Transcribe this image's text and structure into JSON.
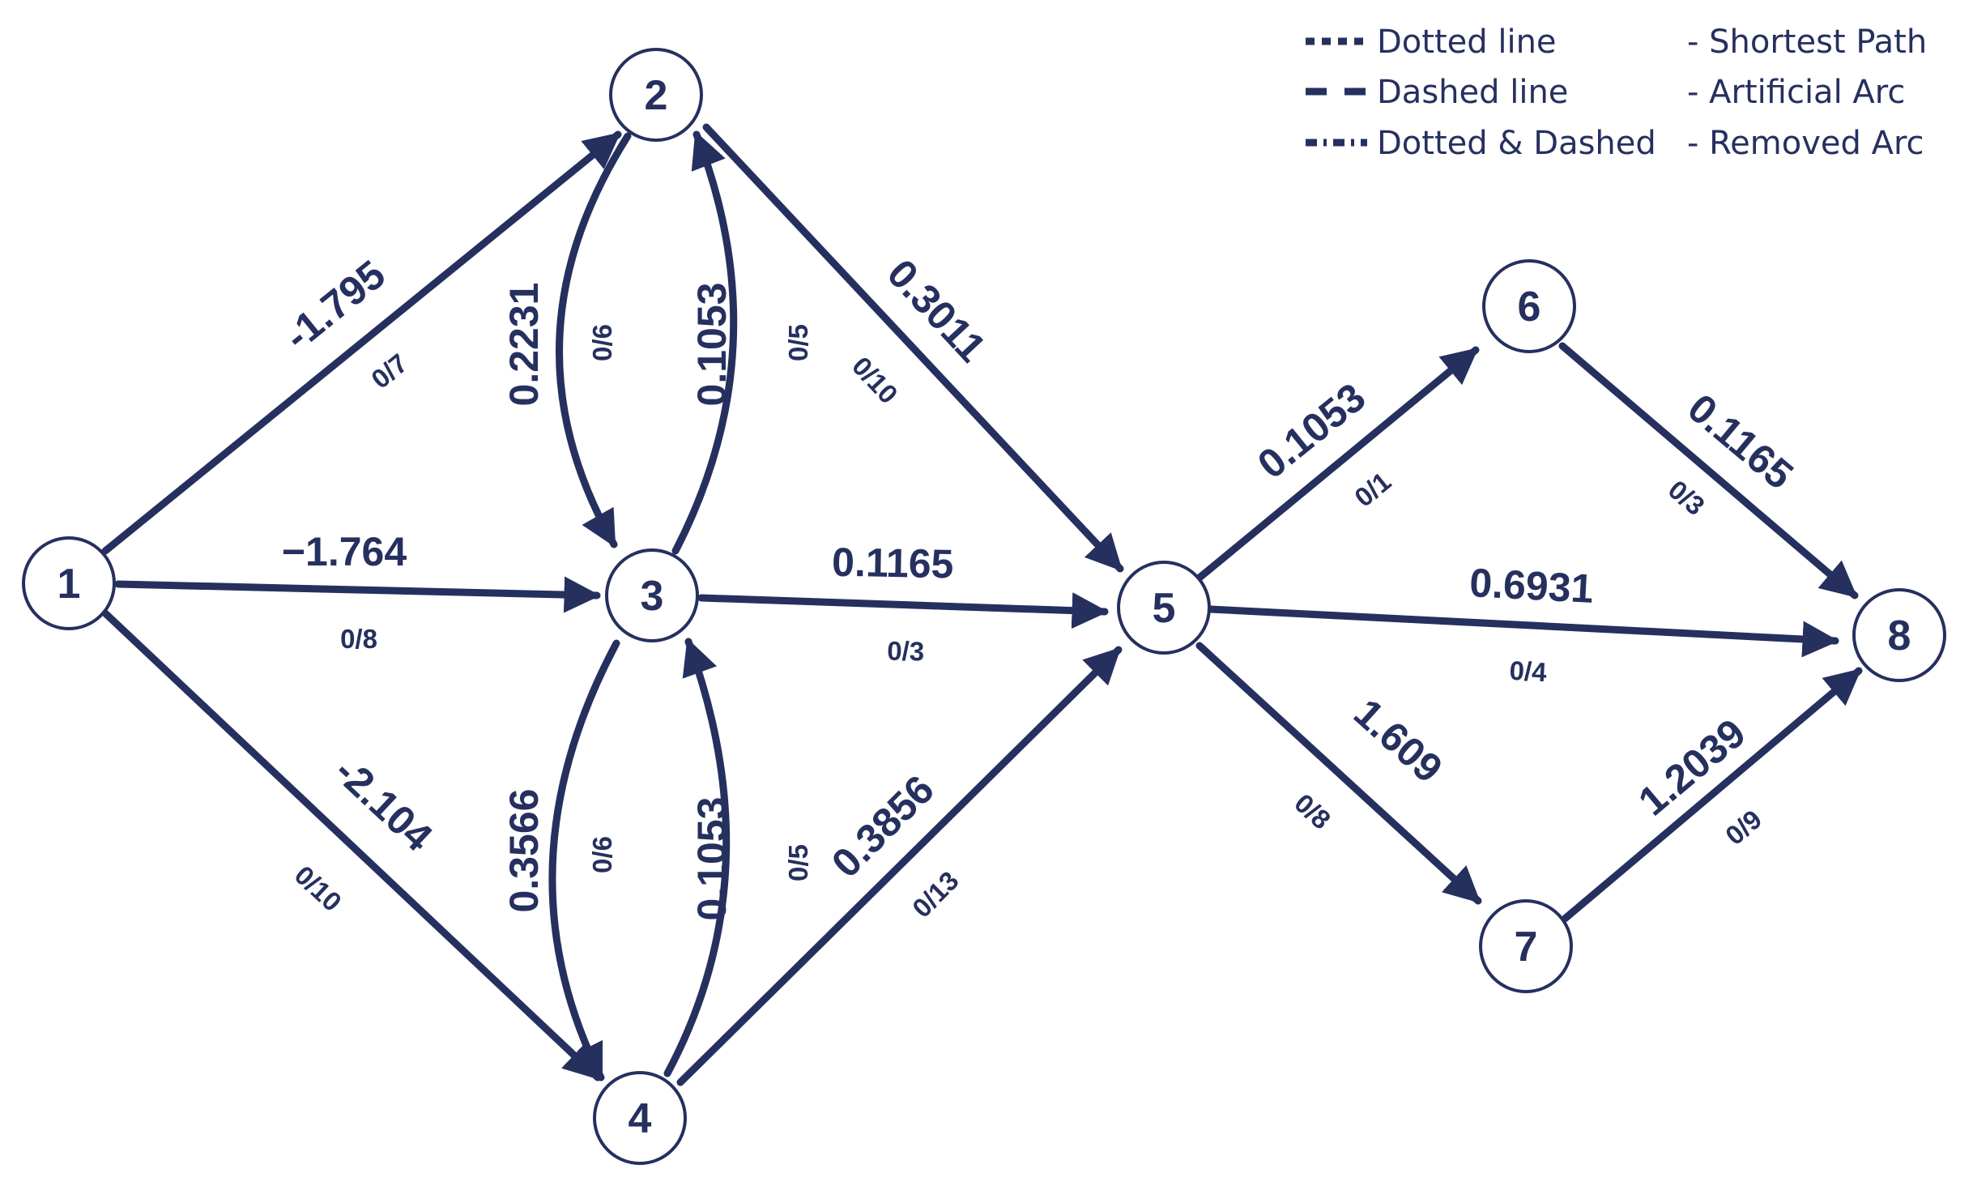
{
  "nodes": [
    {
      "id": "1",
      "label": "1"
    },
    {
      "id": "2",
      "label": "2"
    },
    {
      "id": "3",
      "label": "3"
    },
    {
      "id": "4",
      "label": "4"
    },
    {
      "id": "5",
      "label": "5"
    },
    {
      "id": "6",
      "label": "6"
    },
    {
      "id": "7",
      "label": "7"
    },
    {
      "id": "8",
      "label": "8"
    }
  ],
  "edges": [
    {
      "from": "1",
      "to": "2",
      "weight": "-1.795",
      "flow": "0/7"
    },
    {
      "from": "1",
      "to": "3",
      "weight": "−1.764",
      "flow": "0/8"
    },
    {
      "from": "1",
      "to": "4",
      "weight": "-2.104",
      "flow": "0/10"
    },
    {
      "from": "2",
      "to": "3",
      "weight": "0.2231",
      "flow": "0/6"
    },
    {
      "from": "3",
      "to": "2",
      "weight": "0.1053",
      "flow": "0/5"
    },
    {
      "from": "2",
      "to": "5",
      "weight": "0.3011",
      "flow": "0/10"
    },
    {
      "from": "3",
      "to": "5",
      "weight": "0.1165",
      "flow": "0/3"
    },
    {
      "from": "3",
      "to": "4",
      "weight": "0.3566",
      "flow": "0/6"
    },
    {
      "from": "4",
      "to": "3",
      "weight": "0.1053",
      "flow": "0/5"
    },
    {
      "from": "4",
      "to": "5",
      "weight": "0.3856",
      "flow": "0/13"
    },
    {
      "from": "5",
      "to": "6",
      "weight": "0.1053",
      "flow": "0/1"
    },
    {
      "from": "5",
      "to": "8",
      "weight": "0.6931",
      "flow": "0/4"
    },
    {
      "from": "5",
      "to": "7",
      "weight": "1.609",
      "flow": "0/8"
    },
    {
      "from": "6",
      "to": "8",
      "weight": "0.1165",
      "flow": "0/3"
    },
    {
      "from": "7",
      "to": "8",
      "weight": "1.2039",
      "flow": "0/9"
    }
  ],
  "legend": [
    {
      "style": "dotted",
      "label": "Dotted line",
      "meaning": "- Shortest Path"
    },
    {
      "style": "dashed",
      "label": "Dashed line",
      "meaning": "- Artificial Arc"
    },
    {
      "style": "dashdot",
      "label": "Dotted & Dashed",
      "meaning": "- Removed Arc"
    }
  ],
  "colors": {
    "primary": "#26305f",
    "background": "#ffffff"
  }
}
